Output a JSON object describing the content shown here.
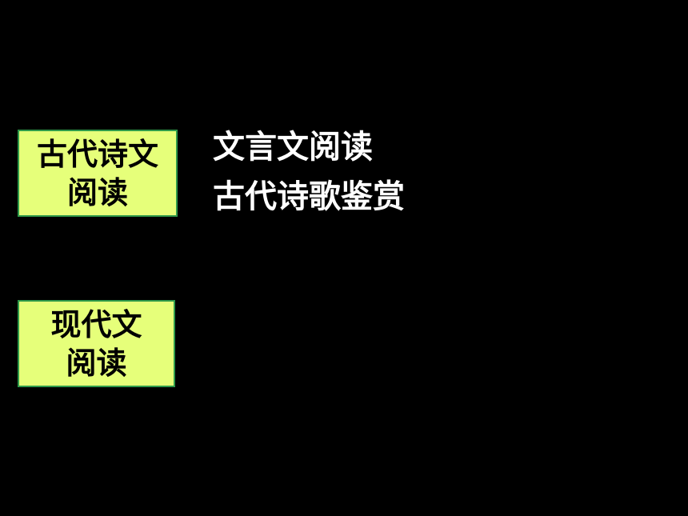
{
  "ancient_box": {
    "line1": "古代诗文",
    "line2": "阅读"
  },
  "ancient_items": [
    "文言文阅读",
    "古代诗歌鉴赏"
  ],
  "modern_box": {
    "line1": "现代文",
    "line2": "阅读"
  },
  "colors": {
    "background": "#000000",
    "box_fill": "#e6ff7a",
    "box_border": "#2e9a4a",
    "box_text": "#000000",
    "item_text": "#ffffff"
  }
}
